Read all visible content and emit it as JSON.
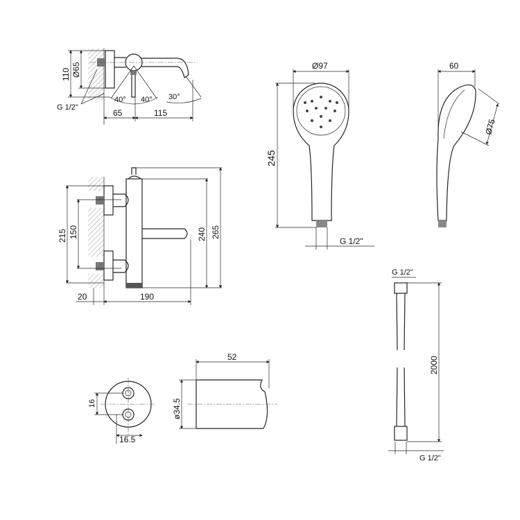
{
  "spout_view": {
    "d_flange": "Ø65",
    "height": "110",
    "thread": "G 1/2\"",
    "angle_left": "40°",
    "angle_right": "40°",
    "angle_spout": "30°",
    "w_left": "65",
    "w_right": "115"
  },
  "mixer_view": {
    "h_outer": "215",
    "h_inner": "150",
    "h_body": "240",
    "h_total": "265",
    "wall_offset": "20",
    "projection": "190"
  },
  "hand_shower_front": {
    "diameter": "Ø97",
    "length": "245",
    "thread": "G 1/2\""
  },
  "hand_shower_side": {
    "depth": "60",
    "head_diameter": "Ø75"
  },
  "hose": {
    "thread_top": "G 1/2\"",
    "length": "2000",
    "thread_bottom": "G 1/2\""
  },
  "holder_plate": {
    "hole_spacing": "16",
    "width": "16.5"
  },
  "holder_side": {
    "diameter": "ø34.5",
    "length": "52"
  }
}
